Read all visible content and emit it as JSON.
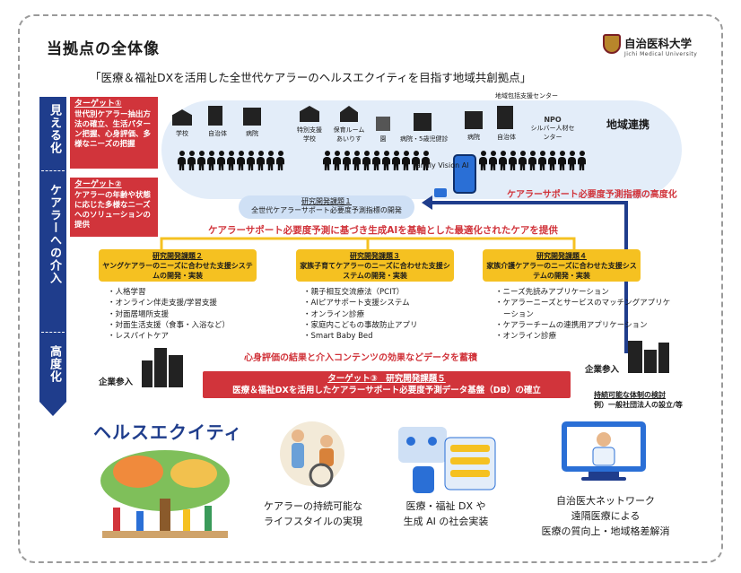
{
  "header": {
    "title": "当拠点の全体像",
    "subtitle": "「医療＆福祉DXを活用した全世代ケアラーのヘルスエクイティを目指す地域共創拠点」",
    "logo_name": "自治医科大学",
    "logo_en": "Jichi Medical University"
  },
  "left_bar": {
    "top": "見える化",
    "middle": "ケアラーへの介入",
    "bottom": "高度化"
  },
  "targets": {
    "t1_head": "ターゲット①",
    "t1_body": "世代別ケアラー抽出方法の確立、生活パターン把握、心身評価、多様なニーズの把握",
    "t2_head": "ターゲット②",
    "t2_body": "ケアラーの年齢や状態に応じた多様なニーズへのソリューションの提供"
  },
  "community": {
    "label": "地域連携",
    "center_label": "地域包括支援センター",
    "group1": [
      "学校",
      "自治体",
      "病院"
    ],
    "group2": [
      "特別支援学校",
      "保育ルームあいりす",
      "園",
      "病院・5歳児健診"
    ],
    "group3": [
      "病院",
      "自治体",
      "シルバー人材センター"
    ],
    "npo": "NPO",
    "ai_label": "Family Vision AI"
  },
  "research1": {
    "head": "研究開発課題１",
    "body": "全世代ケアラーサポート必要度予測指標の開発"
  },
  "advance_label": "ケアラーサポート必要度予測指標の高度化",
  "care_banner": "ケアラーサポート必要度予測に基づき生成AIを基軸とした最適化されたケアを提供",
  "research_boxes": [
    {
      "head": "研究開発課題２",
      "body": "ヤングケアラーのニーズに合わせた支援システムの開発・実装",
      "items": [
        "人格学習",
        "オンライン伴走支援/学習支援",
        "対面居場所支援",
        "対面生活支援（食事・入浴など）",
        "レスパイトケア"
      ]
    },
    {
      "head": "研究開発課題３",
      "body": "家族子育てケアラーのニーズに合わせた支援システムの開発・実装",
      "items": [
        "親子相互交流療法（PCIT）",
        "AIピアサポート支援システム",
        "オンライン診療",
        "家庭内こどもの事故防止アプリ",
        "Smart Baby Bed"
      ]
    },
    {
      "head": "研究開発課題４",
      "body": "家族介護ケアラーのニーズに合わせた支援システムの開発・実装",
      "items": [
        "ニーズ先読みアプリケーション",
        "ケアラーニーズとサービスのマッチングアプリケーション",
        "ケアラーチームの連携用アプリケーション",
        "オンライン診療"
      ]
    }
  ],
  "accumulate_label": "心身評価の結果と介入コンテンツの効果などデータを蓄積",
  "research5": {
    "head": "ターゲット③　研究開発課題５",
    "body": "医療＆福祉DXを活用したケアラーサポート必要度予測データ基盤（DB）の確立"
  },
  "company_left": "企業参入",
  "company_right": "企業参入",
  "sustain": {
    "line1": "持続可能な体制の検討",
    "line2": "例）一般社団法人の設立/等"
  },
  "health_equity": "ヘルスエクイティ",
  "bottom": {
    "cap1_l1": "ケアラーの持続可能な",
    "cap1_l2": "ライフスタイルの実現",
    "cap2_l1": "医療・福祉 DX や",
    "cap2_l2": "生成 AI の社会実装",
    "cap3_l1": "自治医大ネットワーク",
    "cap3_l2": "遠隔医療による",
    "cap3_l3": "医療の質向上・地域格差解消"
  }
}
